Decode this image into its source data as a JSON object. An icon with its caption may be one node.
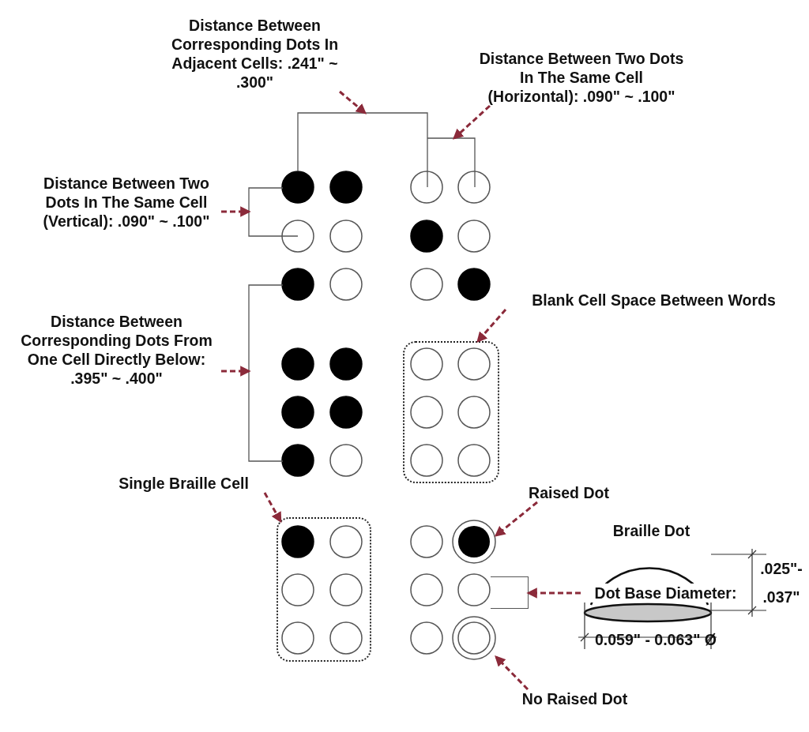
{
  "diagram": {
    "nodes": [
      {
        "text": [
          "Distance Between Corresponding Dots In Adjacent Cells: .241\" ~ .300\""
        ]
      },
      {
        "text": [
          "Distance Between Two Dots In The Same Cell (Horizontal): .090\" ~ .100\""
        ]
      },
      {
        "text": [
          "Distance Between Two Dots In The Same Cell (Vertical): .090\" ~ .100\""
        ]
      },
      {
        "text": [
          "Distance Between Corresponding Dots From One Cell Directly Below: .395\" ~ .400\""
        ]
      },
      {
        "text": [
          "Blank Cell Space Between Words"
        ]
      },
      {
        "text": [],
        "shape": "box"
      },
      {
        "text": [
          "Single Braille Cell"
        ]
      },
      {
        "text": [],
        "shape": "box"
      },
      {
        "text": [
          "Raised Dot"
        ]
      },
      {
        "text": [],
        "shape": "circle"
      },
      {
        "text": [],
        "shape": "box"
      },
      {
        "text": [
          "Dot Base Diameter:"
        ]
      },
      {
        "text": [
          "No Raised Dot"
        ]
      },
      {
        "text": [],
        "shape": "circle"
      },
      {
        "text": [],
        "shape": "bracket"
      },
      {
        "text": [],
        "shape": "bracket"
      },
      {
        "text": [],
        "shape": "bracket"
      },
      {
        "text": [],
        "shape": "bracket"
      }
    ],
    "edges": [
      {
        "from": 0,
        "to": 14,
        "arrow": "to",
        "style": "dashed"
      },
      {
        "from": 1,
        "to": 15,
        "arrow": "to",
        "style": "dashed"
      },
      {
        "from": 2,
        "to": 16,
        "arrow": "to",
        "style": "dashed"
      },
      {
        "from": 3,
        "to": 17,
        "arrow": "to",
        "style": "dashed"
      },
      {
        "from": 4,
        "to": 5,
        "arrow": "to",
        "style": "dashed"
      },
      {
        "from": 6,
        "to": 7,
        "arrow": "to",
        "style": "dashed"
      },
      {
        "from": 8,
        "to": 9,
        "arrow": "to",
        "style": "dashed"
      },
      {
        "from": 11,
        "to": 10,
        "arrow": "to",
        "style": "dashed"
      },
      {
        "from": 12,
        "to": 13,
        "arrow": "to",
        "style": "dashed"
      }
    ],
    "labels": [
      "Braille Dot",
      ".025\"- .037\"",
      "0.059\" - 0.063\" Ø"
    ]
  }
}
